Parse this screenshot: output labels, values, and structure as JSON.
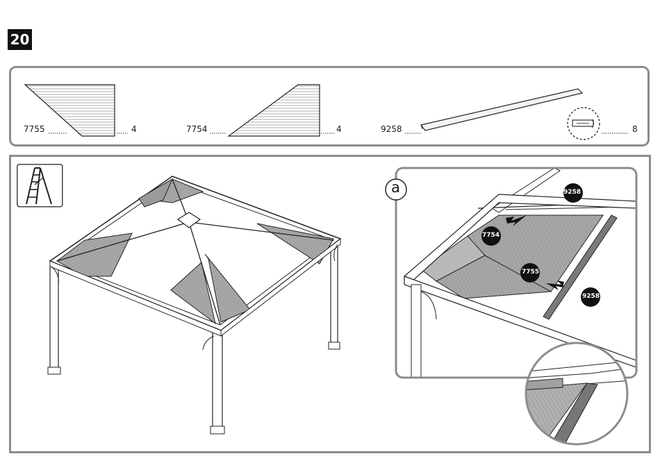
{
  "step": {
    "number": "20"
  },
  "parts": [
    {
      "code": "7755",
      "qty": "4"
    },
    {
      "code": "7754",
      "qty": "4"
    },
    {
      "code": "9258",
      "qty": ""
    },
    {
      "code": "",
      "qty": "8"
    }
  ],
  "detail": {
    "label": "a",
    "callouts": [
      "9258",
      "7754",
      "7755",
      "9258"
    ]
  },
  "colors": {
    "panel_border": "#8c8c8c",
    "roof_panel": "#a8a8a8",
    "badge": "#111111"
  },
  "icons": [
    "ladder-icon",
    "connector-clip-icon",
    "arrow-icon"
  ]
}
